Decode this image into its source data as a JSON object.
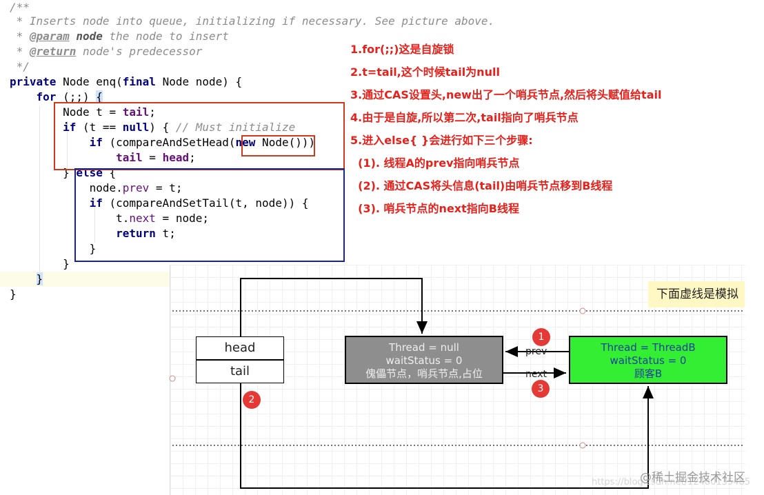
{
  "code": {
    "lines": [
      {
        "t": "/**"
      },
      {
        "t": " * Inserts node into queue, initializing if necessary. See picture above."
      },
      {
        "a": " * ",
        "b": "@param",
        "c": " ",
        "d": "node",
        "e": " the node to insert"
      },
      {
        "a": " * ",
        "b": "@return",
        "e": " node's predecessor"
      },
      {
        "t": " */"
      },
      {
        "k1": "private",
        "m1": " Node enq(",
        "k2": "final",
        "m2": " Node node) {"
      },
      {
        "i": "    ",
        "k": "for",
        "m": " (;;) ",
        "br": "{"
      },
      {
        "i": "        ",
        "m": "Node t = ",
        "f": "tail",
        "m2": ";"
      },
      {
        "i": "        ",
        "k": "if",
        "m": " (t == ",
        "k2": "null",
        "m2": ") { ",
        "c": "// Must initialize"
      },
      {
        "i": "            ",
        "k": "if",
        "m": " (compareAndSetHead(",
        "k2": "new",
        "m2": " Node()))"
      },
      {
        "i": "                ",
        "f": "tail",
        "m": " = ",
        "f2": "head",
        "m2": ";"
      },
      {
        "i": "        ",
        "m": "} ",
        "k": "else",
        "m2": " {"
      },
      {
        "i": "            ",
        "m": "node.",
        "fp": "prev",
        "m2": " = t;"
      },
      {
        "i": "            ",
        "k": "if",
        "m": " (compareAndSetTail(t, node)) {"
      },
      {
        "i": "                ",
        "m": "t.",
        "fp": "next",
        "m2": " = node;"
      },
      {
        "i": "                ",
        "k": "return",
        "m": " t;"
      },
      {
        "i": "            ",
        "m": "}"
      },
      {
        "i": "        ",
        "m": "}"
      },
      {
        "i": "    ",
        "br": "}"
      },
      {
        "m": "}"
      }
    ]
  },
  "annotations": [
    "1.for(;;)这是自旋锁",
    "2.t=tail,这个时候tail为null",
    "3.通过CAS设置头,new出了一个哨兵节点,然后将头赋值给tail",
    "4.由于是自旋,所以第二次,tail指向了哨兵节点",
    "5.进入else{ }会进行如下三个步骤:",
    "  (1). 线程A的prev指向哨兵节点",
    "  (2). 通过CAS将头信息(tail)由哨兵节点移到B线程",
    "  (3). 哨兵节点的next指向B线程"
  ],
  "diagram": {
    "note": "下面虚线是模拟",
    "head_label": "head",
    "tail_label": "tail",
    "sentinel": {
      "line1": "Thread = null",
      "line2": "waitStatus = 0",
      "line3": "傀儡节点，哨兵节点,占位",
      "color": "#8e8e8e"
    },
    "threadB": {
      "line1": "Thread = ThreadB",
      "line2": "waitStatus = 0",
      "line3": "顾客B",
      "color": "#33ee33"
    },
    "prev_label": "prev",
    "next_label": "next",
    "badges": [
      "1",
      "2",
      "3"
    ]
  },
  "watermark": {
    "url": "https://blog.csdn.net/12480135485",
    "brand": "@稀土掘金技术社区"
  },
  "colors": {
    "annotation": "#e6201a",
    "badge": "#e53935",
    "red_box": "#d0381e",
    "blue_box": "#1a237e"
  }
}
